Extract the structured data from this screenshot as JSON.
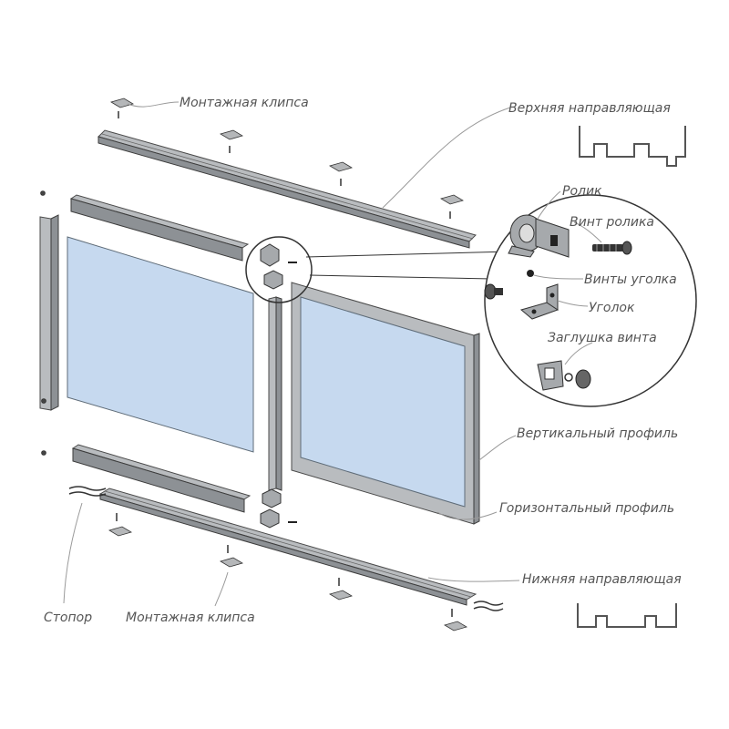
{
  "labels": {
    "mount_clip_top": "Монтажная клипса",
    "top_rail": "Верхняя направляющая",
    "roller": "Ролик",
    "roller_screw": "Винт ролика",
    "corner_screws": "Винты уголка",
    "corner": "Уголок",
    "screw_cap": "Заглушка винта",
    "vertical_profile": "Вертикальный профиль",
    "horizontal_profile": "Горизонтальный профиль",
    "bottom_rail": "Нижняя направляющая",
    "stopper": "Стопор",
    "mount_clip_bottom": "Монтажная клипса"
  },
  "colors": {
    "glass": "#c6d9ef",
    "profile": "#b9bcbf",
    "label": "#555555"
  }
}
